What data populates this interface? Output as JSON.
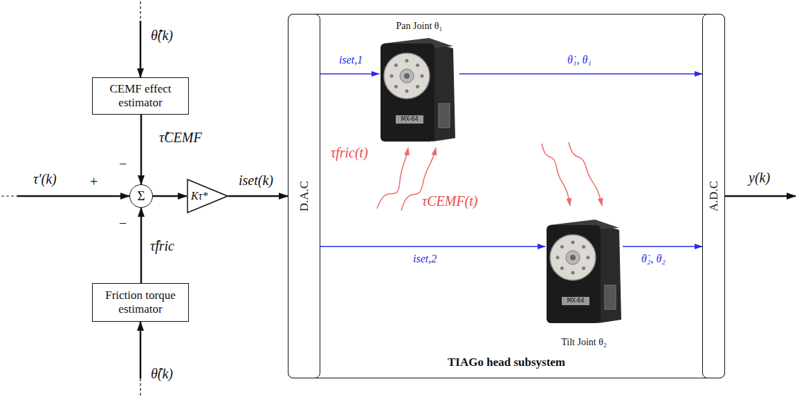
{
  "diagram": {
    "nodes": [
      {
        "text": [
          "CEMF effect estimator"
        ]
      },
      {
        "text": [
          "Σ"
        ]
      },
      {
        "text": [
          "Kτ*"
        ]
      },
      {
        "text": [
          "Friction torque estimator"
        ]
      },
      {
        "text": [
          "TIAGo head subsystem"
        ]
      },
      {
        "text": [
          "D.A.C"
        ],
        "in": 4
      },
      {
        "text": [
          "A.D.C"
        ],
        "in": 4
      },
      {
        "text": [
          "Pan Joint θ₁"
        ],
        "in": 4
      },
      {
        "text": [
          "Tilt Joint θ₂"
        ],
        "in": 4
      }
    ],
    "edges": [
      {
        "from": 0,
        "to": 1,
        "arrow": "to",
        "label": "τ̂CEMF"
      },
      {
        "from": 3,
        "to": 1,
        "arrow": "to",
        "label": "τ̂fric"
      },
      {
        "from": 1,
        "to": 2,
        "arrow": "to"
      },
      {
        "from": 2,
        "to": 5,
        "arrow": "to",
        "label": "iset(k)"
      },
      {
        "from": 5,
        "to": 7,
        "arrow": "to",
        "label": "iset,1"
      },
      {
        "from": 7,
        "to": 6,
        "arrow": "to",
        "label": "θ̇₁, θ₁"
      },
      {
        "from": 5,
        "to": 8,
        "arrow": "to",
        "label": "iset,2"
      },
      {
        "from": 8,
        "to": 6,
        "arrow": "to",
        "label": "θ̇₂, θ₂"
      }
    ],
    "labels": [
      "θ̂̇(k)",
      "−",
      "τ′(k)",
      "+",
      "−",
      "θ̂(k)",
      "τfric(t)",
      "τCEMF(t)",
      "MX-64",
      "MX-64",
      "y(k)"
    ]
  }
}
